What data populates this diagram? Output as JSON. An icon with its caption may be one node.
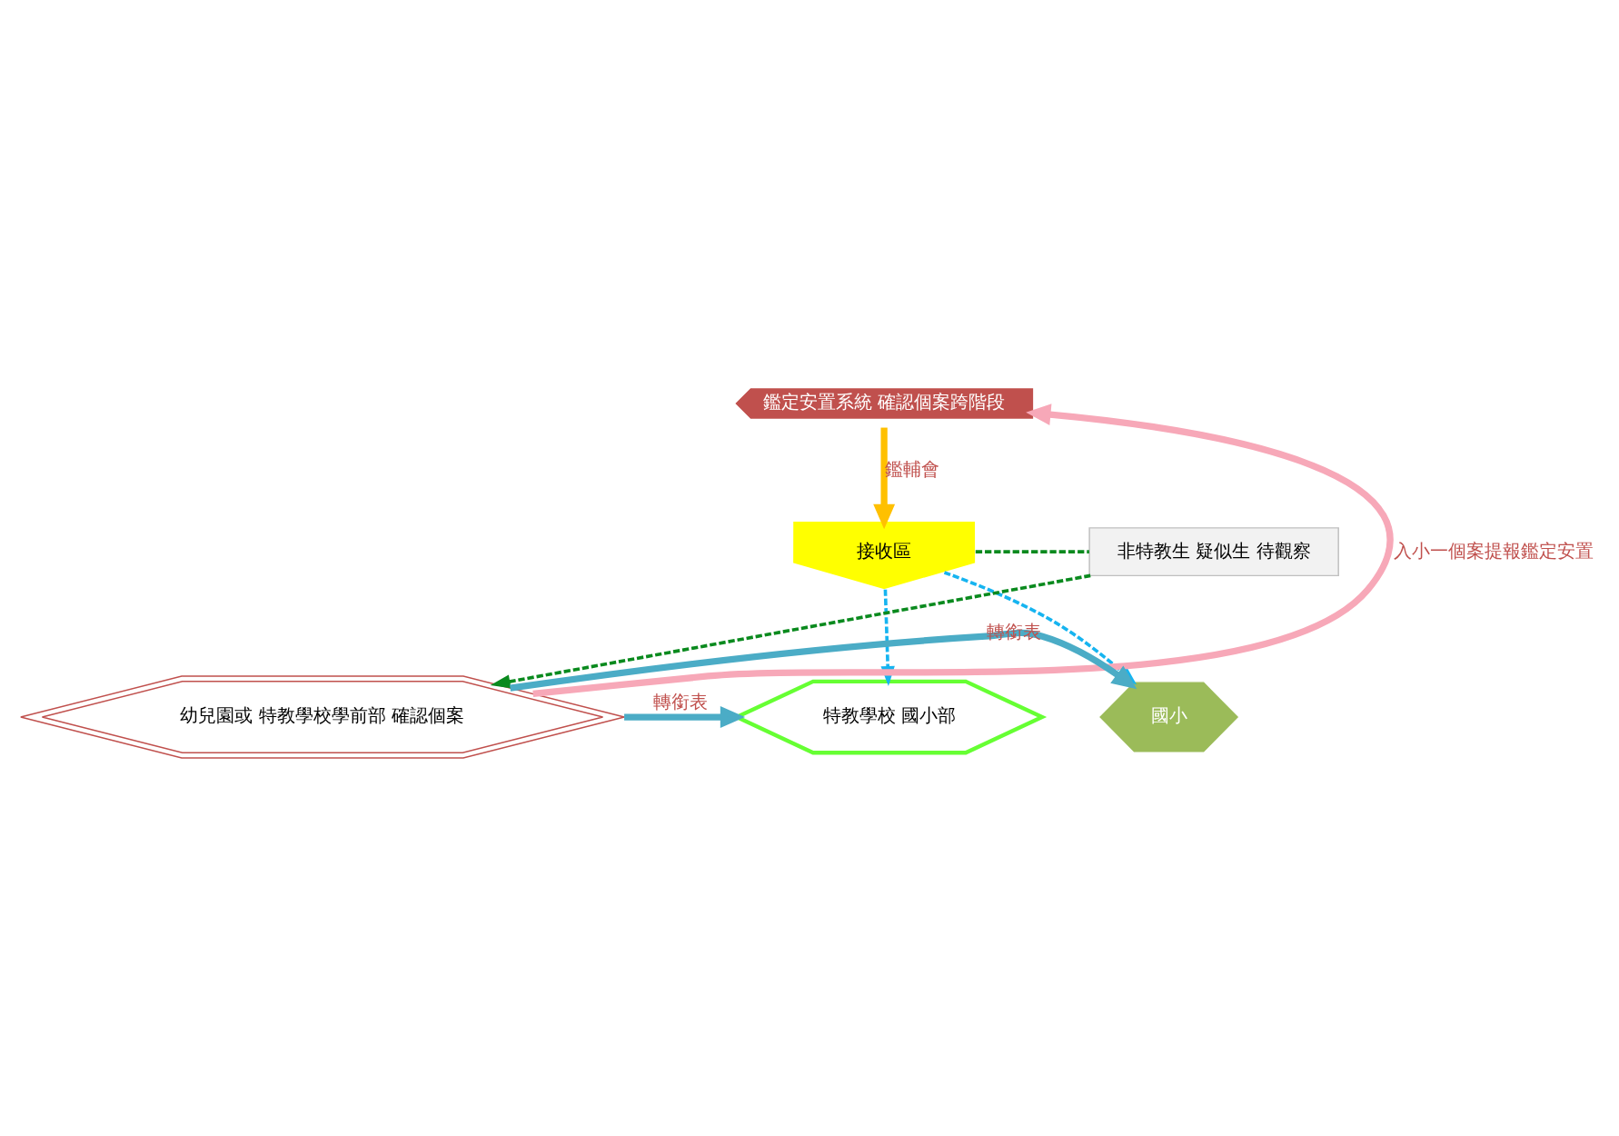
{
  "diagram": {
    "nodes": [
      {
        "text": [
          "鑑定安置系統 確認個案跨階段"
        ]
      },
      {
        "text": [
          "接收區"
        ]
      },
      {
        "text": [
          "非特教生 疑似生 待觀察"
        ]
      },
      {
        "text": [
          "幼兒園或 特教學校學前部 確認個案"
        ]
      },
      {
        "text": [
          "國小"
        ]
      },
      {
        "text": [
          "特教學校 國小部"
        ]
      }
    ],
    "edges": [
      {
        "from": 3,
        "to": 0,
        "arrow": "to",
        "label": "入小一個案提報鑑定安置",
        "style": "thick",
        "color": "#f7a8b8"
      },
      {
        "from": 0,
        "to": 1,
        "arrow": "to",
        "label": "鑑輔會",
        "style": "thick",
        "color": "#ffc000"
      },
      {
        "from": 1,
        "to": 2,
        "arrow": "none",
        "style": "dashed",
        "color": "#0a8a1e"
      },
      {
        "from": 2,
        "to": 3,
        "arrow": "to",
        "style": "dashed",
        "color": "#0a8a1e"
      },
      {
        "from": 1,
        "to": 4,
        "arrow": "to",
        "style": "dashed",
        "color": "#16b4f0"
      },
      {
        "from": 1,
        "to": 5,
        "arrow": "to",
        "style": "dashed",
        "color": "#16b4f0"
      },
      {
        "from": 3,
        "to": 4,
        "arrow": "to",
        "label": "轉銜表",
        "style": "thick",
        "color": "#4bacc6"
      },
      {
        "from": 3,
        "to": 5,
        "arrow": "to",
        "label": "轉銜表",
        "style": "thick",
        "color": "#4bacc6"
      }
    ]
  }
}
